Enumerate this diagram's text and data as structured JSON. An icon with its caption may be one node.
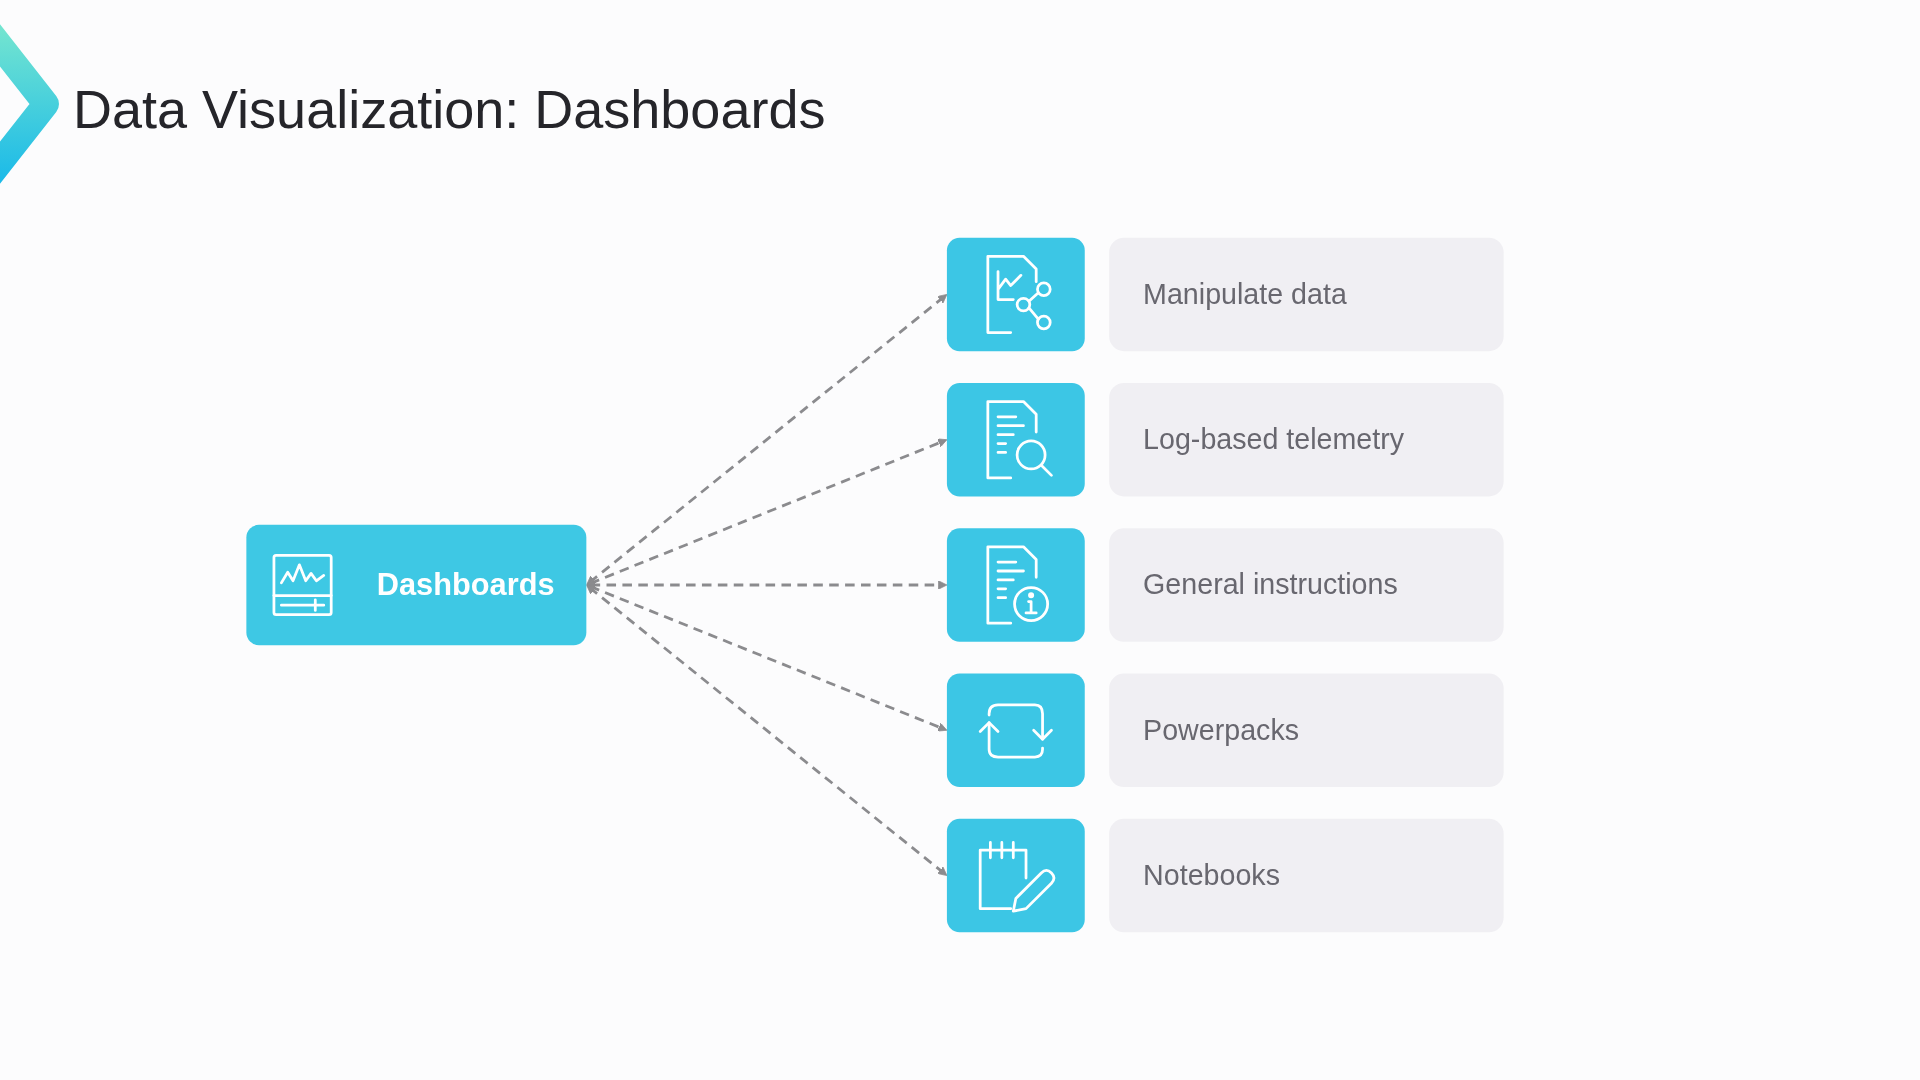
{
  "diagram": {
    "title": "Data Visualization: Dashboards",
    "nodes": [
      {
        "text": [
          "Dashboards"
        ]
      },
      {
        "text": [],
        "shape": "picture"
      },
      {
        "text": [
          "Manipulate data"
        ]
      },
      {
        "text": [],
        "shape": "picture"
      },
      {
        "text": [
          "Log-based telemetry"
        ]
      },
      {
        "text": [],
        "shape": "picture"
      },
      {
        "text": [
          "General instructions"
        ]
      },
      {
        "text": [],
        "shape": "picture"
      },
      {
        "text": [
          "Powerpacks"
        ]
      },
      {
        "text": [],
        "shape": "picture"
      },
      {
        "text": [
          "Notebooks"
        ]
      }
    ],
    "edges": [
      {
        "from": 0,
        "to": 1,
        "arrow": "both",
        "style": "dashed"
      },
      {
        "from": 0,
        "to": 3,
        "arrow": "both",
        "style": "dashed"
      },
      {
        "from": 0,
        "to": 5,
        "arrow": "both",
        "style": "dashed"
      },
      {
        "from": 0,
        "to": 7,
        "arrow": "both",
        "style": "dashed"
      },
      {
        "from": 0,
        "to": 9,
        "arrow": "both",
        "style": "dashed"
      }
    ]
  }
}
